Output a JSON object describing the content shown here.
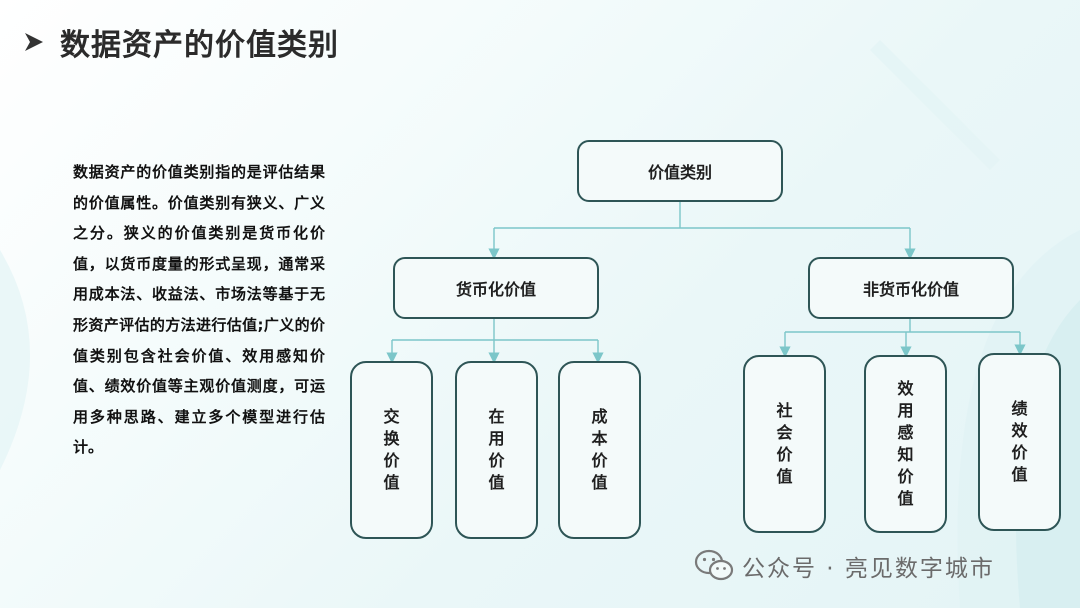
{
  "header": {
    "title": "数据资产的价值类别"
  },
  "intro": {
    "text": "数据资产的价值类别指的是评估结果的价值属性。价值类别有狭义、广义之分。狭义的价值类别是货币化价值，以货币度量的形式呈现，通常采用成本法、收益法、市场法等基于无形资产评估的方法进行估值;广义的价值类别包含社会价值、效用感知价值、绩效价值等主观价值测度，可运用多种思路、建立多个模型进行估计。"
  },
  "diagram": {
    "root": "价值类别",
    "monetary": {
      "label": "货币化价值",
      "children": [
        "交换价值",
        "在用价值",
        "成本价值"
      ]
    },
    "non_monetary": {
      "label": "非货币化价值",
      "children": [
        "社会价值",
        "效用感知价值",
        "绩效价值"
      ]
    }
  },
  "watermark": {
    "text": "公众号 · 亮见数字城市"
  },
  "colors": {
    "node_border": "#2e5556",
    "connector": "#7cc6c9",
    "title": "#2b2b2b"
  }
}
